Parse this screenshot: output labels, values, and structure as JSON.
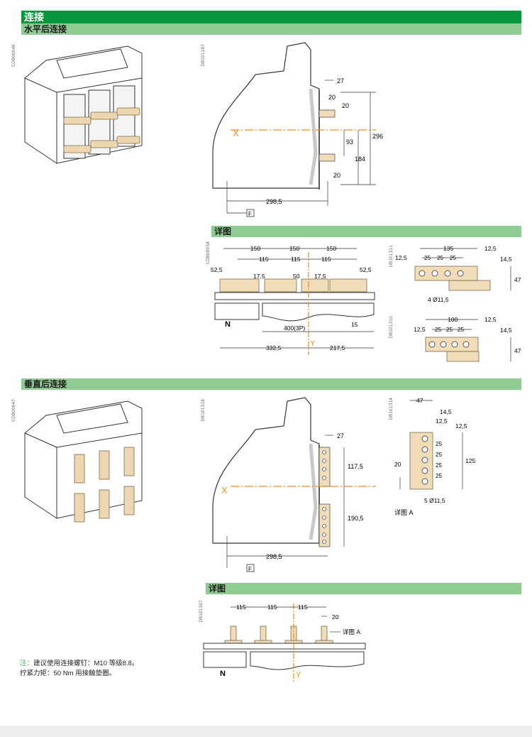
{
  "header": {
    "title": "连接",
    "section1": "水平后连接",
    "section2": "垂直后连接",
    "detail_label": "详图"
  },
  "codes": {
    "iso_h": "CDB00046",
    "side_h": "DB101287",
    "detail_h": "CDB00058",
    "pad_135": "DB101311",
    "pad_100": "DB101310",
    "iso_v": "CDB00047",
    "side_v": "DB101318",
    "pad_v": "DB101314",
    "detail_v": "DB101307"
  },
  "side_h": {
    "axis": "X",
    "front": "F",
    "dims": {
      "d27": "27",
      "d20a": "20",
      "d20b": "20",
      "d93": "93",
      "d184": "184",
      "d296": "296",
      "d20c": "20",
      "d298": "298,5"
    }
  },
  "detail_h": {
    "neutral": "N",
    "axis": "Y",
    "dims": {
      "p1": "150",
      "p2": "150",
      "p3": "150",
      "q1": "115",
      "q2": "115",
      "q3": "115",
      "l525": "52,5",
      "r525": "52,5",
      "l175": "17,5",
      "r175": "17,5",
      "d50": "50",
      "w400": "400(3P)",
      "d15": "15",
      "w3325": "332,5",
      "w2175": "217,5"
    }
  },
  "pad_135": {
    "dims": {
      "w": "135",
      "l": "12,5",
      "p1": "25",
      "p2": "25",
      "p3": "25",
      "t125": "12,5",
      "t145": "14,5",
      "h": "47"
    },
    "holes": "4 Ø11,5"
  },
  "pad_100": {
    "dims": {
      "w": "100",
      "l": "12,5",
      "p1": "25",
      "p2": "25",
      "p3": "25",
      "t125": "12,5",
      "t145": "14,5",
      "h": "47"
    }
  },
  "side_v": {
    "axis": "X",
    "front": "F",
    "dims": {
      "d27": "27",
      "d1175": "117,5",
      "d1905": "190,5",
      "d298": "298,5"
    }
  },
  "pad_v": {
    "dims": {
      "w47": "47",
      "d145": "14,5",
      "d125a": "12,5",
      "d125b": "12,5",
      "p1": "25",
      "p2": "25",
      "p3": "25",
      "p4": "25",
      "h125": "125",
      "d20": "20"
    },
    "holes": "5 Ø11,5",
    "caption": "详图 A"
  },
  "detail_v": {
    "neutral": "N",
    "axis": "Y",
    "dims": {
      "q1": "115",
      "q2": "115",
      "q3": "115",
      "d20": "20"
    },
    "callout": "详图 A"
  },
  "note": {
    "label": "注：",
    "line1": "建议使用连接螺钉：M10 等级8.8。",
    "line2": "拧紧力矩：50 Nm 用接触垫圈。"
  },
  "colors": {
    "green_dark": "#07973b",
    "green_light": "#8fcb92",
    "copper": "#f1dcb8",
    "axis": "#f08a1c"
  }
}
